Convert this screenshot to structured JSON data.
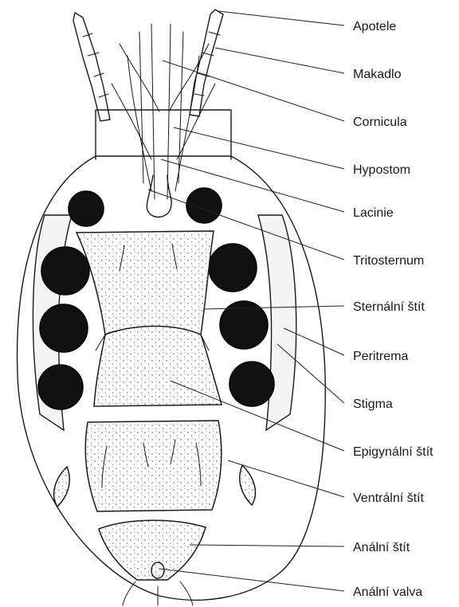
{
  "figure": {
    "labels": [
      "Apotele",
      "Makadlo",
      "Cornicula",
      "Hypostom",
      "Lacinie",
      "Tritosternum",
      "Sternální štít",
      "Peritrema",
      "Stigma",
      "Epigynální štít",
      "Ventrální štít",
      "Anální štít",
      "Anální valva"
    ],
    "colors": {
      "ink": "#1a1a1a",
      "coxa": "#111111",
      "background": "#ffffff"
    }
  }
}
